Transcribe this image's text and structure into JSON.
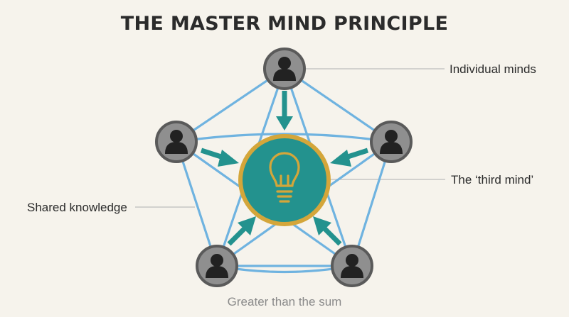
{
  "title": "THE MASTER MIND PRINCIPLE",
  "labels": {
    "individual_minds": "Individual minds",
    "third_mind": "The ‘third mind’",
    "shared_knowledge": "Shared knowledge",
    "greater_than_sum": "Greater than the sum"
  },
  "icons": {
    "person": "person-icon",
    "center": "lightbulb-icon"
  },
  "colors": {
    "background": "#f6f3ec",
    "network_lines": "#6fb3e0",
    "arrows": "#23928e",
    "center_fill": "#23928e",
    "center_ring": "#d4a63a",
    "node_fill": "#8f8f8f",
    "node_ring": "#5a5a5a",
    "person": "#222222",
    "leader_lines": "#bdbdbd"
  }
}
